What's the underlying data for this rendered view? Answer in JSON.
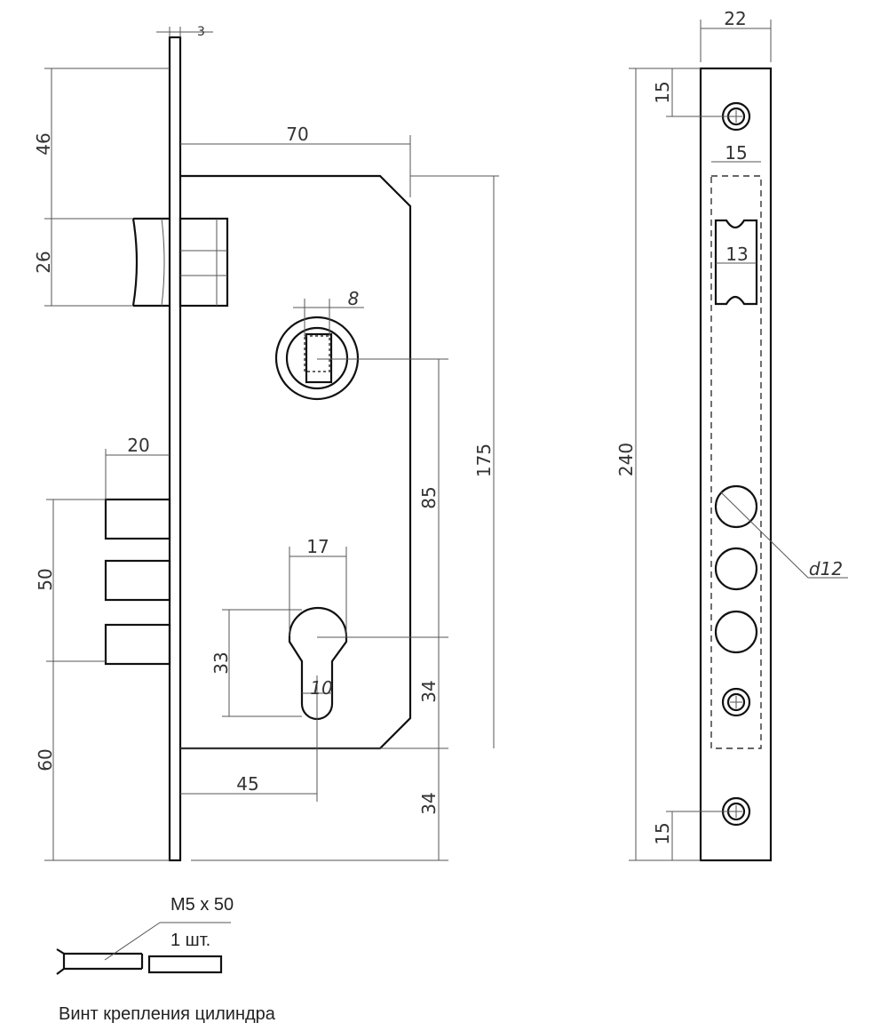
{
  "dimensions": {
    "plate_thickness": "3",
    "top_to_latch": "46",
    "latch_height": "26",
    "backset_to_edge": "70",
    "spindle_square": "8",
    "body_height": "175",
    "spindle_to_cylinder": "85",
    "bolt_throw": "20",
    "bolt_span": "50",
    "cylinder_width": "17",
    "cylinder_height": "33",
    "cylinder_slot": "10",
    "cylinder_to_body_bottom": "34",
    "bottom_to_bolts": "60",
    "cylinder_backset": "45",
    "body_bottom_to_plate": "34",
    "faceplate_width": "22",
    "top_screw_offset": "15",
    "latch_window_width": "15",
    "latch_width": "13",
    "faceplate_length": "240",
    "bolt_diameter": "d12",
    "bottom_screw_offset": "15"
  },
  "screw": {
    "spec": "M5 x 50",
    "quantity": "1 шт.",
    "caption": "Винт крепления цилиндра"
  }
}
